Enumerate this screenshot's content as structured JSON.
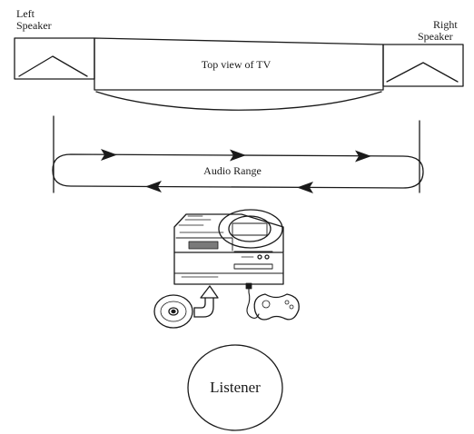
{
  "labels": {
    "left_speaker": [
      "Left",
      "Speaker"
    ],
    "right_speaker": [
      "Right",
      "Speaker"
    ],
    "tv": "Top view of TV",
    "audio_range": "Audio Range",
    "listener": "Listener"
  },
  "icons": {
    "console": "game-console-cd-unit-icon",
    "disc": "compact-disc-icon",
    "controller": "controller-icon",
    "insert_arrow": "curved-arrow-icon"
  },
  "colors": {
    "ink": "#1a1a1a",
    "shade": "#7a7a7a",
    "background": "#ffffff"
  }
}
